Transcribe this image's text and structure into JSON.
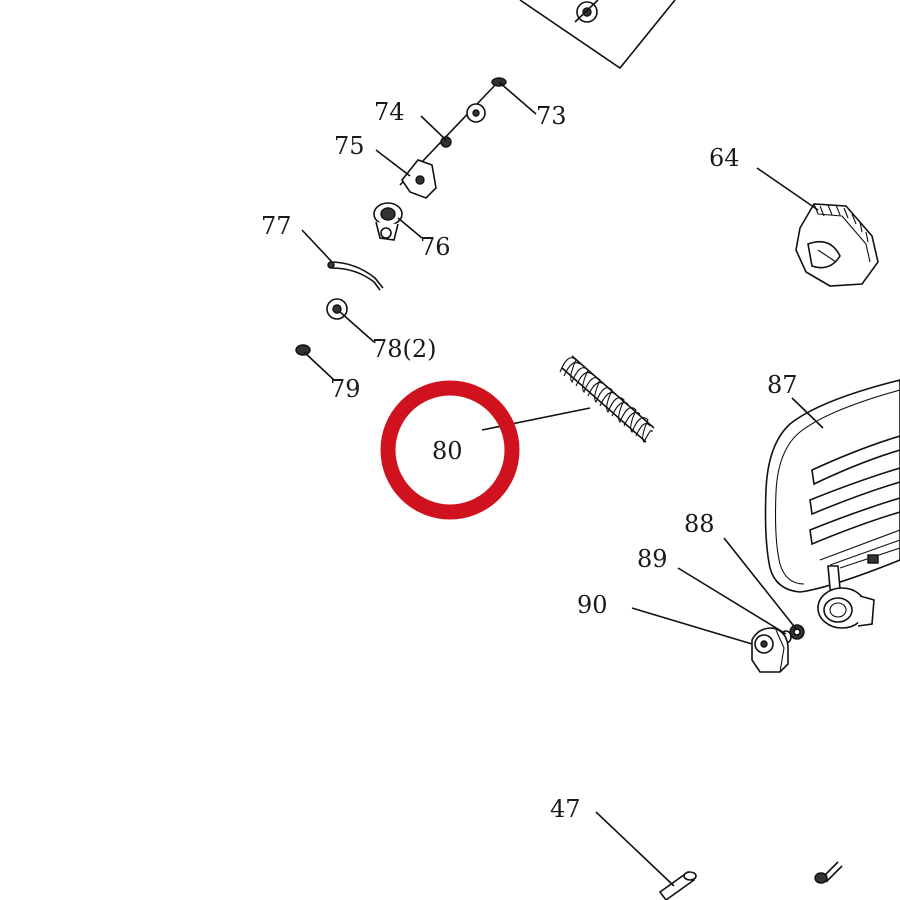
{
  "highlight": {
    "color": "#d0121f",
    "label": "80"
  },
  "callouts": {
    "c73": "73",
    "c74": "74",
    "c75": "75",
    "c76": "76",
    "c77": "77",
    "c78": "78(2)",
    "c79": "79",
    "c80": "80",
    "c64": "64",
    "c87": "87",
    "c88": "88",
    "c89": "89",
    "c90": "90",
    "c47": "47"
  }
}
